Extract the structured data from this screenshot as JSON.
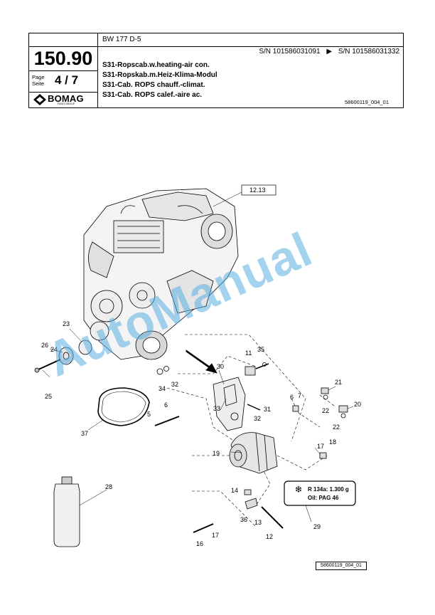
{
  "header": {
    "page_number": "150.90",
    "page_label_1": "Page",
    "page_label_2": "Seite",
    "page_value": "4 / 7",
    "logo_text": "BOMAG",
    "logo_sub": "FAYAT GROUP",
    "model": "BW 177 D-5",
    "sn_from": "S/N 101586031091",
    "sn_arrow": "▶",
    "sn_to": "S/N 101586031332",
    "titles": [
      "S31-Ropscab.w.heating-air con.",
      "S31-Ropskab.m.Heiz-Klima-Modul",
      "S31-Cab. ROPS chauff.-climat.",
      "S31-Cab. ROPS calef.-aire ac."
    ],
    "ref_code": "58600119_004_01"
  },
  "diagram": {
    "callouts": {
      "c1213": "12.13",
      "c23": "23",
      "c26": "26",
      "c24": "24",
      "c25": "25",
      "c37": "37",
      "c30": "30",
      "c11": "11",
      "c35": "35",
      "c34": "34",
      "c32a": "32",
      "c33": "33",
      "c31": "31",
      "c32b": "32",
      "c6a": "6",
      "c5": "5",
      "c6b": "6",
      "c7": "7",
      "c21": "21",
      "c20": "20",
      "c22a": "22",
      "c22b": "22",
      "c19": "19",
      "c17a": "17",
      "c18": "18",
      "c28": "28",
      "c14": "14",
      "c36": "36",
      "c13": "13",
      "c12": "12",
      "c16": "16",
      "c17b": "17",
      "c29": "29"
    },
    "label_line1": "R 134a: 1.300 g",
    "label_line2": "Oil: PAG 46"
  },
  "watermark": "AutoManual",
  "footer_code": "58600119_004_01"
}
